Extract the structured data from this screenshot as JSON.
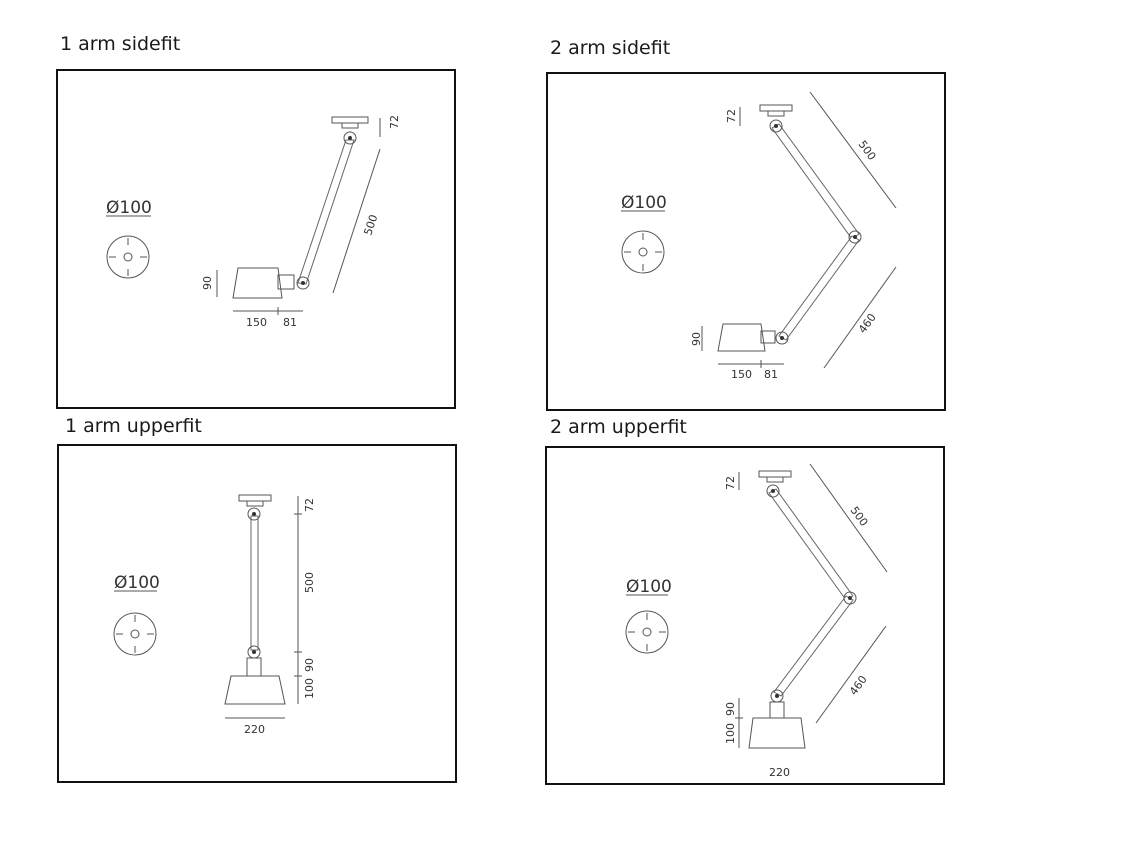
{
  "panels": [
    {
      "id": "p1",
      "title": "1 arm sidefit",
      "diameter_label": "Ø100",
      "dims": {
        "mount": "72",
        "arm1": "500",
        "shade_h": "90",
        "shade_w": "150",
        "offset": "81"
      }
    },
    {
      "id": "p2",
      "title": "2 arm sidefit",
      "diameter_label": "Ø100",
      "dims": {
        "mount": "72",
        "arm1": "500",
        "arm2": "460",
        "shade_h": "90",
        "shade_w": "150",
        "offset": "81"
      }
    },
    {
      "id": "p3",
      "title": "1 arm upperfit",
      "diameter_label": "Ø100",
      "dims": {
        "mount": "72",
        "arm1": "500",
        "joint": "90",
        "shade_h": "100",
        "shade_w": "220"
      }
    },
    {
      "id": "p4",
      "title": "2 arm upperfit",
      "diameter_label": "Ø100",
      "dims": {
        "mount": "72",
        "arm1": "500",
        "arm2": "460",
        "joint": "90",
        "shade_h": "100",
        "shade_w": "220"
      }
    }
  ]
}
